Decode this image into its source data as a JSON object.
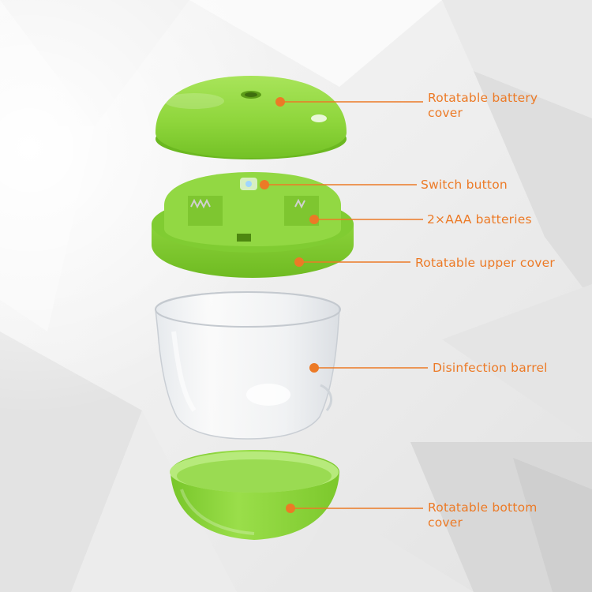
{
  "accent_color": "#ec7a26",
  "product_color": "#8fd63c",
  "callouts": [
    {
      "id": "battery-cover",
      "lines": [
        "Rotatable battery",
        "cover"
      ]
    },
    {
      "id": "switch-button",
      "lines": [
        "Switch button"
      ]
    },
    {
      "id": "batteries",
      "lines": [
        "2×AAA batteries"
      ]
    },
    {
      "id": "upper-cover",
      "lines": [
        "Rotatable upper cover"
      ]
    },
    {
      "id": "barrel",
      "lines": [
        "Disinfection barrel"
      ]
    },
    {
      "id": "bottom-cover",
      "lines": [
        "Rotatable bottom",
        "cover"
      ]
    }
  ]
}
